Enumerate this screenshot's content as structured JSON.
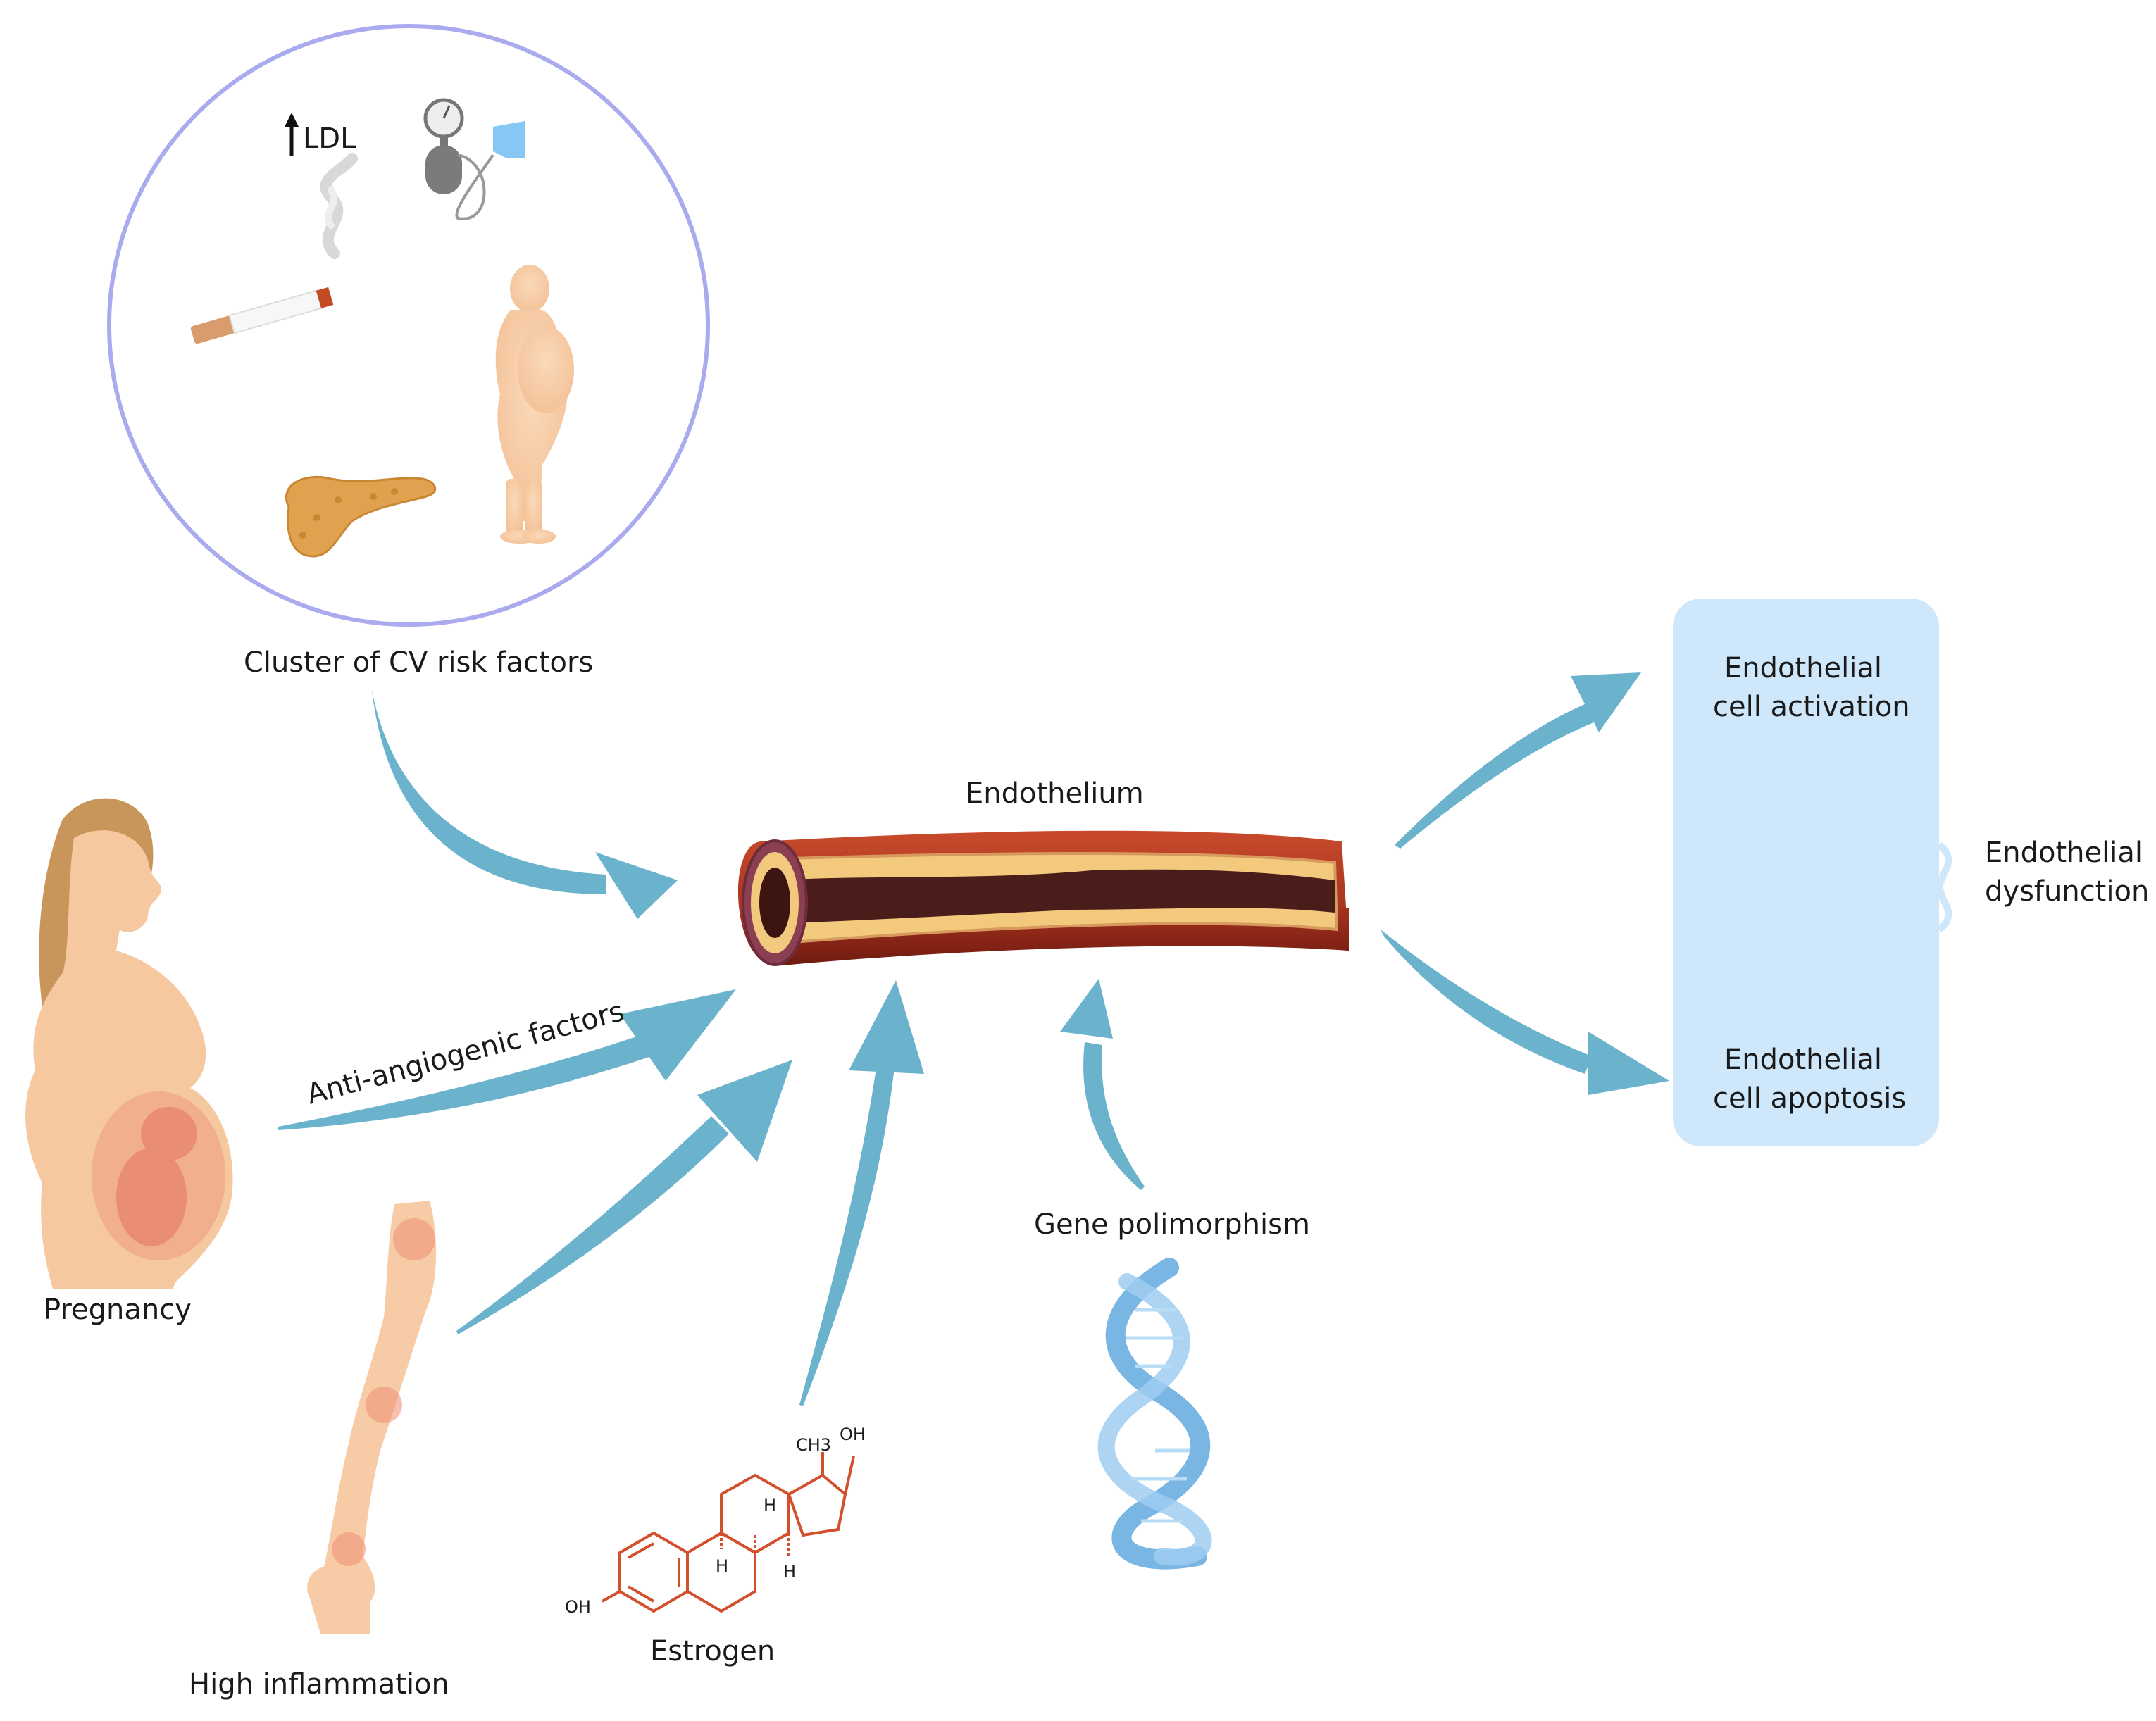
{
  "labels": {
    "cluster": "Cluster of CV risk  factors",
    "ldl": "LDL",
    "pregnancy": "Pregnancy",
    "anti_angiogenic": "Anti-angiogenic factors",
    "high_inflammation": "High inflammation",
    "estrogen": "Estrogen",
    "gene": "Gene polimorphism",
    "endothelium": "Endothelium",
    "activation_line1": "Endothelial",
    "activation_line2": "cell activation",
    "apoptosis_line1": "Endothelial",
    "apoptosis_line2": "cell apoptosis",
    "dysfunction_line1": "Endothelial",
    "dysfunction_line2": "dysfunction"
  },
  "estrogen_labels": {
    "ch3": "CH3",
    "oh_top": "OH",
    "oh_left": "OH",
    "h1": "H",
    "h2": "H",
    "h3": "H"
  },
  "colors": {
    "arrow": "#6bb3cc",
    "circle": "#aaaaee",
    "outcome_box": "#cfe7fa",
    "vessel_wall": "#9a2b1c",
    "vessel_inner": "#f3c97e",
    "skin": "#f5c8a0",
    "hair": "#c8955a",
    "estrogen": "#d2502b",
    "dna": "#6aaee0"
  },
  "icons": [
    "up-arrow-icon",
    "blood-pressure-cuff-icon",
    "cigarette-icon",
    "obese-person-icon",
    "pancreas-icon",
    "pregnant-woman-icon",
    "arm-icon",
    "estrogen-molecule-icon",
    "dna-helix-icon",
    "blood-vessel-icon",
    "brace-icon"
  ]
}
